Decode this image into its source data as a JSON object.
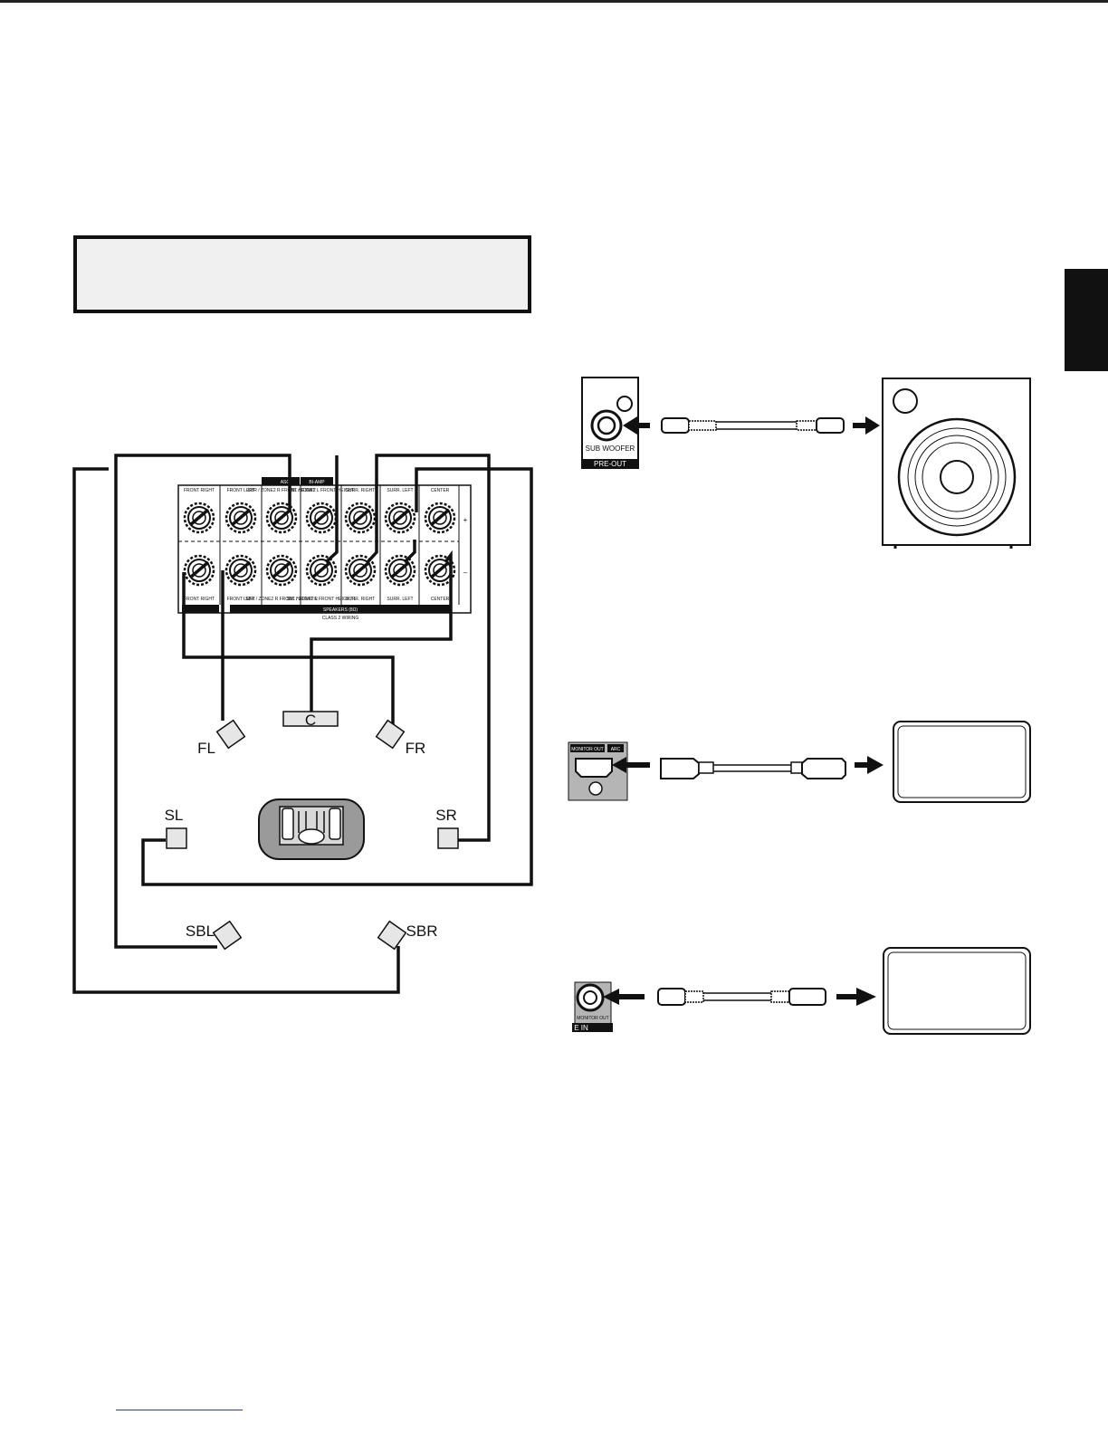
{
  "speaker_diagram": {
    "labels": {
      "fl": "FL",
      "fr": "FR",
      "c": "C",
      "sl": "SL",
      "sr": "SR",
      "sbl": "SBL",
      "sbr": "SBR"
    },
    "terminals": {
      "top": [
        "FRONT RIGHT",
        "FRONT LEFT",
        "SBR / ZONE2 R FRONT HEIGHT",
        "SBL / ZONE2 L FRONT HEIGHT",
        "SURR. RIGHT",
        "SURR. LEFT",
        "CENTER"
      ],
      "bottom": [
        "FRONT RIGHT",
        "FRONT LEFT",
        "SBR / ZONE2 R FRONT HEIGHT R",
        "SBL / ZONE2 L FRONT HEIGHT L",
        "SURR. RIGHT",
        "SURR. LEFT",
        "CENTER"
      ],
      "banner_asg": "ASG",
      "banner_bi_amp": "BI-AMP",
      "speakers_label": "SPEAKERS (8Ω)",
      "wiring_label": "CLASS 2 WIRING",
      "plus": "+",
      "minus": "–"
    }
  },
  "subwoofer_connection": {
    "jack_label": "SUB WOOFER",
    "section_label": "PRE-OUT"
  },
  "hdmi_connection": {
    "port_label": "MONITOR OUT",
    "arc_label": "ARC"
  },
  "video_connection": {
    "jack_label": "MONITOR OUT",
    "section_label": "E IN"
  }
}
